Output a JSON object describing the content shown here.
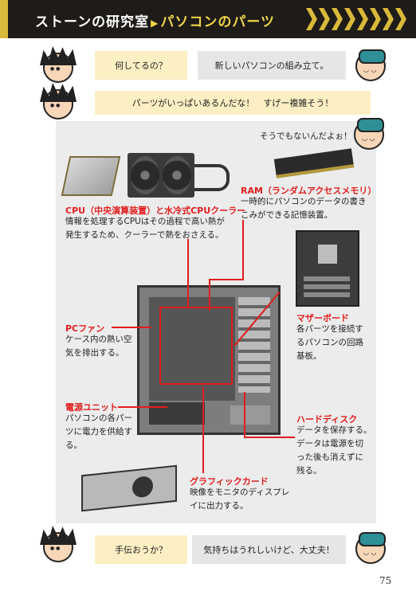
{
  "header": {
    "title_main": "ストーンの研究室",
    "title_sub": "パソコンのパーツ"
  },
  "dialog_top": [
    {
      "speaker": "stone",
      "text": "何してるの？"
    },
    {
      "speaker": "goggle",
      "text": "新しいパソコンの組み立て。"
    },
    {
      "speaker": "stone",
      "text": "パーツがいっぱいあるんだな！　すげー複雑そう！"
    }
  ],
  "reply_text": "そうでもないんだよぉ！",
  "parts": {
    "cpu": {
      "name": "CPU（中央演算装置）と水冷式CPUクーラー",
      "desc_1": "情報を処理するCPUはその過程で高い熱が",
      "desc_2": "発生するため、クーラーで熱をおさえる。"
    },
    "ram": {
      "name": "RAM（ランダムアクセスメモリ）",
      "desc_1": "一時的にパソコンのデータの書き",
      "desc_2": "こみができる記憶装置。"
    },
    "fan": {
      "name": "PCファン",
      "desc_1": "ケース内の熱い空",
      "desc_2": "気を排出する。"
    },
    "motherboard": {
      "name": "マザーボード",
      "desc_1": "各パーツを接続す",
      "desc_2": "るパソコンの回路",
      "desc_3": "基板。"
    },
    "psu": {
      "name": "電源ユニット",
      "desc_1": "パソコンの各パー",
      "desc_2": "ツに電力を供給す",
      "desc_3": "る。"
    },
    "hdd": {
      "name": "ハードディスク",
      "desc_1": "データを保存する。",
      "desc_2": "データは電源を切",
      "desc_3": "った後も消えずに",
      "desc_4": "残る。"
    },
    "gpu": {
      "name": "グラフィックカード",
      "desc_1": "映像をモニタのディスプレ",
      "desc_2": "イに出力する。"
    }
  },
  "dialog_bottom": [
    {
      "speaker": "stone",
      "text": "手伝おうか？"
    },
    {
      "speaker": "goggle",
      "text": "気持ちはうれしいけど、大丈夫！"
    }
  ],
  "page_number": "75"
}
